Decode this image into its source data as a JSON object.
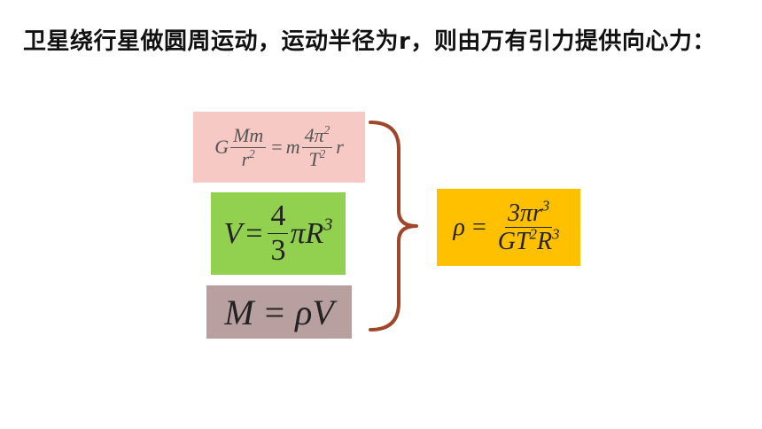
{
  "slide": {
    "heading": "卫星绕行星做圆周运动，运动半径为r，则由万有引力提供向心力：",
    "colors": {
      "gravity_box": "#f7c9c4",
      "volume_box": "#92d050",
      "mass_box": "#b9a0a0",
      "density_box": "#ffc000",
      "brace": "#a0462a"
    }
  },
  "formulas": {
    "gravity": {
      "coef": "G",
      "lhs_num": "Mm",
      "lhs_den": "r",
      "lhs_den_exp": "2",
      "eq": "=",
      "mid": "m",
      "rhs_num": "4π",
      "rhs_num_exp": "2",
      "rhs_den": "T",
      "rhs_den_exp": "2",
      "tail": "r"
    },
    "volume": {
      "lhs": "V",
      "eq": "=",
      "num": "4",
      "den": "3",
      "rest": "πR",
      "rest_exp": "3"
    },
    "mass": {
      "lhs": "M",
      "eq": "=",
      "rhs": "ρV"
    },
    "density": {
      "lhs": "ρ",
      "eq": "=",
      "num": "3πr",
      "num_exp": "3",
      "den": "GT",
      "den_exp1": "2",
      "den_mid": "R",
      "den_exp2": "3"
    }
  }
}
